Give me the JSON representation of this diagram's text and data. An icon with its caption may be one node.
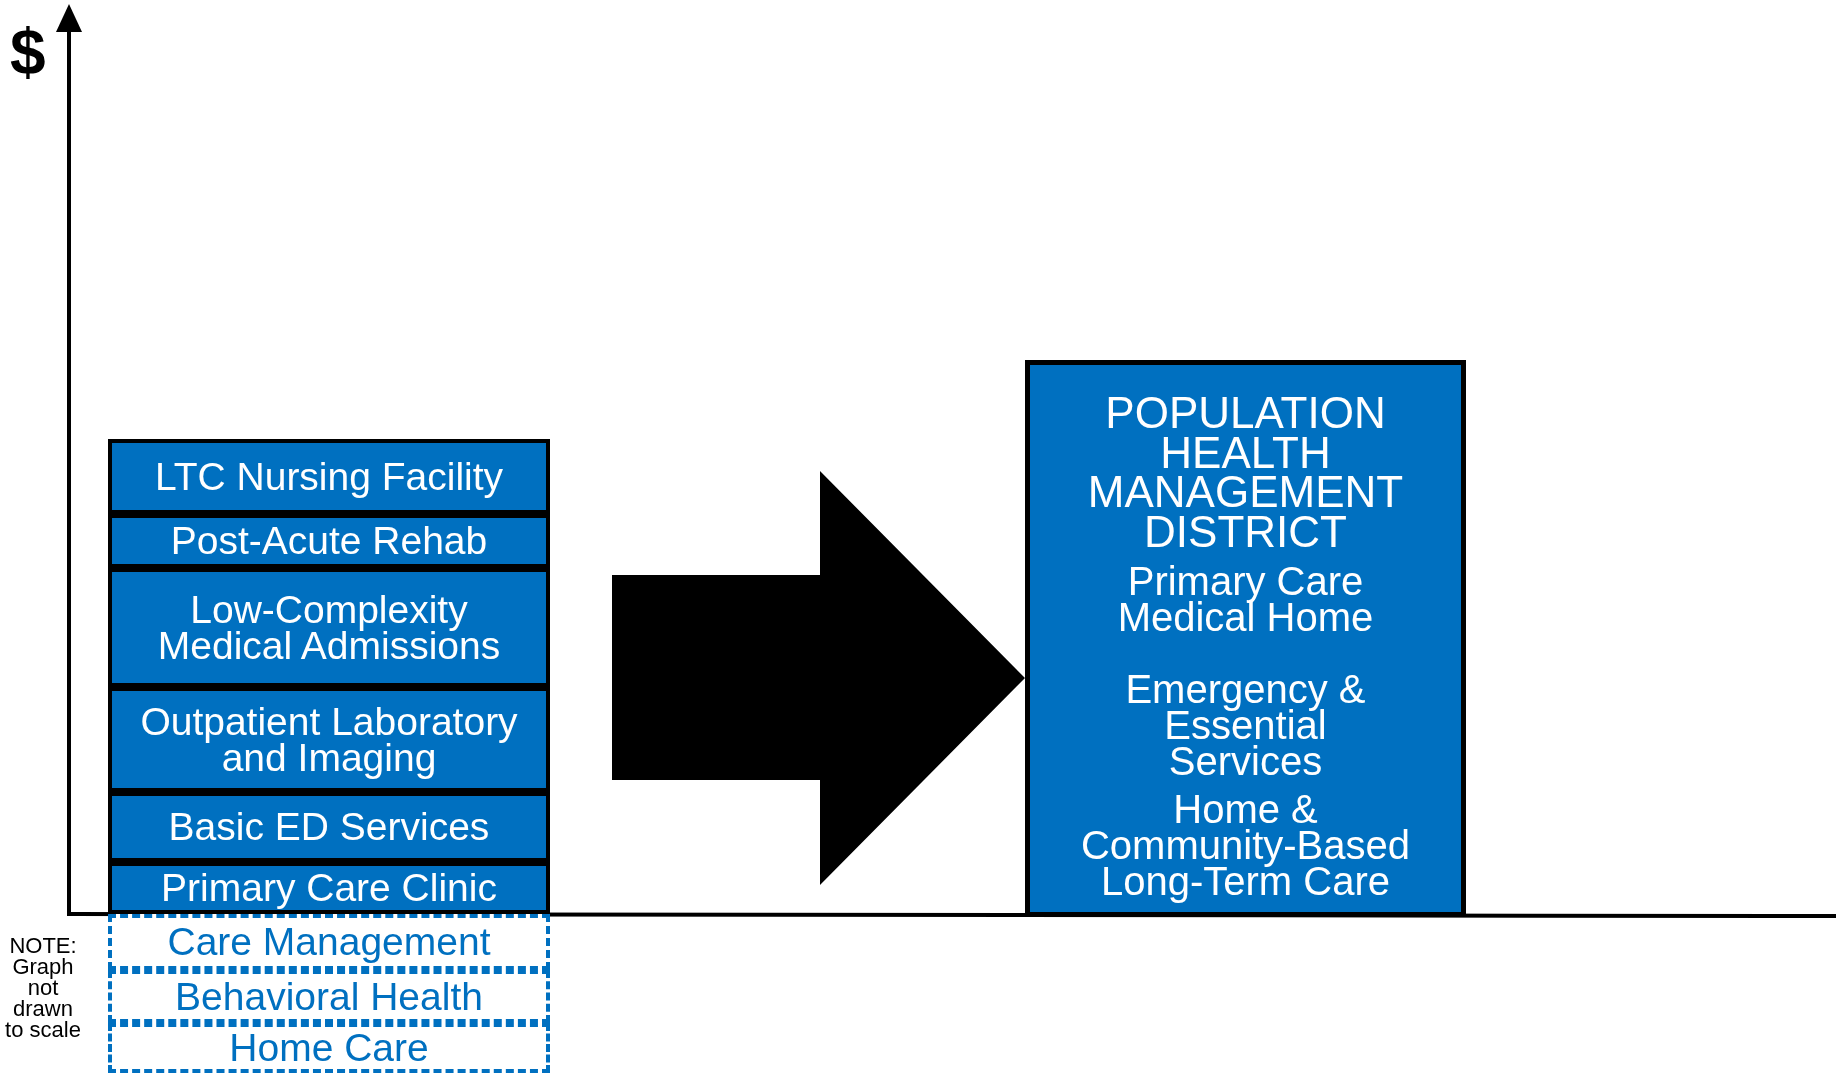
{
  "diagram": {
    "nodes": [
      {
        "text": [
          "LTC Nursing Facility"
        ]
      },
      {
        "text": [
          "Post-Acute Rehab"
        ]
      },
      {
        "text": [
          "Low-Complexity Medical Admissions"
        ]
      },
      {
        "text": [
          "Outpatient Laboratory and Imaging"
        ]
      },
      {
        "text": [
          "Basic ED Services"
        ]
      },
      {
        "text": [
          "Primary Care Clinic"
        ]
      },
      {
        "text": [
          "Care Management"
        ]
      },
      {
        "text": [
          "Behavioral Health"
        ]
      },
      {
        "text": [
          "Home Care"
        ]
      },
      {
        "text": [
          "POPULATION HEALTH MANAGEMENT DISTRICT",
          "Primary Care Medical Home",
          "Emergency & Essential Services",
          "Home & Community-Based Long-Term Care"
        ]
      }
    ],
    "edges": [
      {
        "from": null,
        "to": 9,
        "arrow": "to"
      }
    ],
    "labels": [
      "$",
      "NOTE: Graph not drawn to scale"
    ]
  }
}
